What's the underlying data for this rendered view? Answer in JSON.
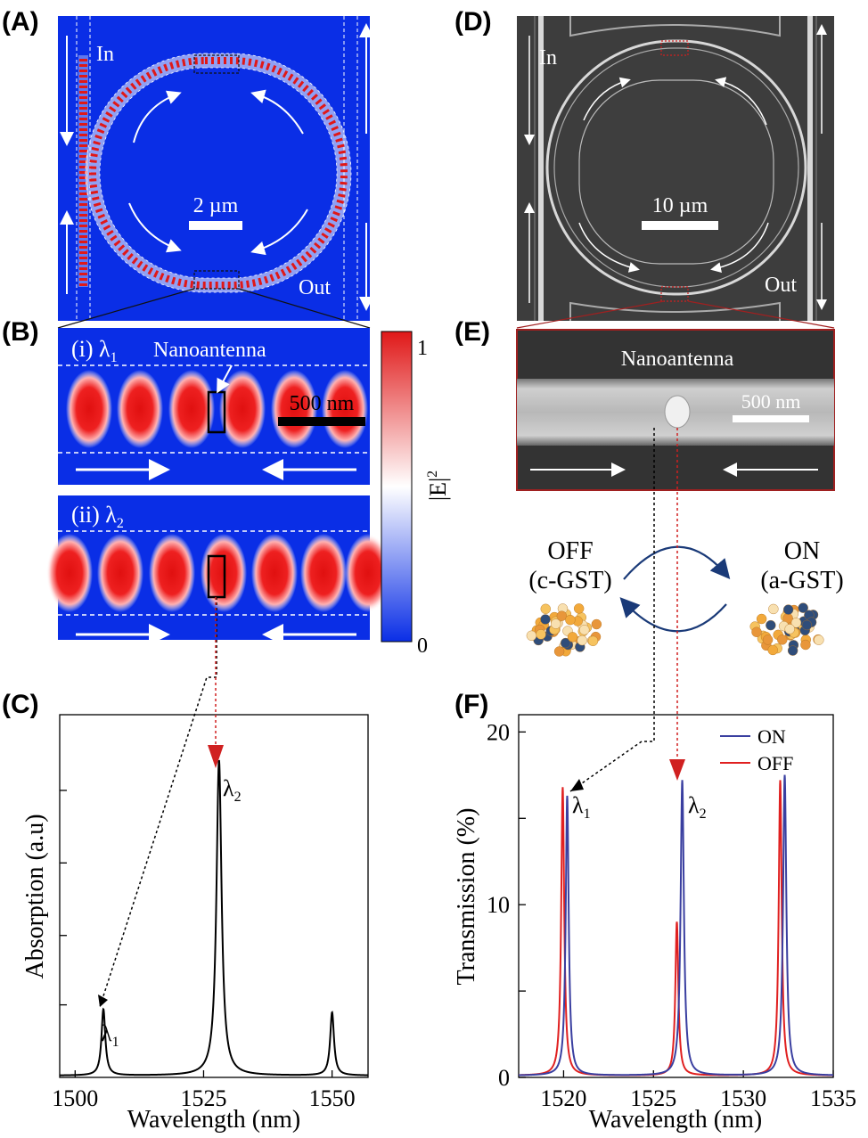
{
  "panels": {
    "A": "(A)",
    "B": "(B)",
    "C": "(C)",
    "D": "(D)",
    "E": "(E)",
    "F": "(F)"
  },
  "panelA": {
    "in": "In",
    "out": "Out",
    "scale": "2 µm",
    "colors": {
      "bg": "#0a2ee6",
      "field": "#e01818"
    }
  },
  "panelB": {
    "row1": "(i) λ",
    "row1_sub": "1",
    "row2": "(ii) λ",
    "row2_sub": "2",
    "nano": "Nanoantenna",
    "scale": "500 nm",
    "cbar_top": "1",
    "cbar_bottom": "0",
    "cbar_label": "|E|",
    "cbar_label_sup": "2"
  },
  "panelD": {
    "in": "In",
    "out": "Out",
    "scale": "10 µm"
  },
  "panelE": {
    "title": "Nanoantenna",
    "scale": "500 nm",
    "off": "OFF",
    "off_sub": "(c-GST)",
    "on": "ON",
    "on_sub": "(a-GST)"
  },
  "chart_data": [
    {
      "type": "line",
      "panel": "C",
      "xlabel": "Wavelength (nm)",
      "ylabel": "Absorption (a.u)",
      "xlim": [
        1497,
        1557
      ],
      "ylim": [
        0,
        1.15
      ],
      "x_ticks": [
        "1500",
        "1525",
        "1550"
      ],
      "series": [
        {
          "peaks": [
            {
              "center": 1505.5,
              "height": 0.21,
              "width": 0.45
            },
            {
              "center": 1528,
              "height": 1.0,
              "width": 0.6
            },
            {
              "center": 1550,
              "height": 0.2,
              "width": 0.45
            }
          ]
        }
      ],
      "annotations": [
        {
          "text": "λ",
          "sub": "1",
          "x": 1505.5
        },
        {
          "text": "λ",
          "sub": "2",
          "x": 1528
        }
      ]
    },
    {
      "type": "line",
      "panel": "F",
      "xlabel": "Wavelength (nm)",
      "ylabel": "Transmission (%)",
      "xlim": [
        1517.5,
        1535
      ],
      "ylim": [
        0,
        21
      ],
      "x_ticks": [
        "1520",
        "1525",
        "1530",
        "1535"
      ],
      "y_ticks": [
        "0",
        "10",
        "20"
      ],
      "legend_position": "top-right",
      "series": [
        {
          "name": "ON",
          "color": "#3a3fa0",
          "peaks": [
            {
              "center": 1520.2,
              "height": 16.2,
              "width": 0.1
            },
            {
              "center": 1526.6,
              "height": 17.1,
              "width": 0.11
            },
            {
              "center": 1532.3,
              "height": 17.4,
              "width": 0.11
            }
          ]
        },
        {
          "name": "OFF",
          "color": "#e02020",
          "peaks": [
            {
              "center": 1519.95,
              "height": 16.7,
              "width": 0.1
            },
            {
              "center": 1526.3,
              "height": 8.9,
              "width": 0.1
            },
            {
              "center": 1532.05,
              "height": 17.1,
              "width": 0.1
            }
          ]
        }
      ],
      "annotations": [
        {
          "text": "λ",
          "sub": "1",
          "x": 1520
        },
        {
          "text": "λ",
          "sub": "2",
          "x": 1526.5
        }
      ]
    }
  ]
}
